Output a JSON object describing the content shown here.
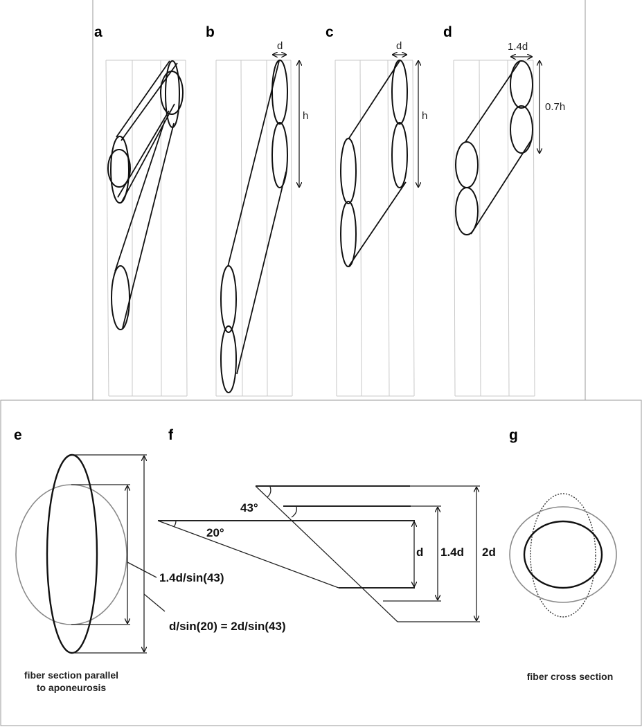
{
  "top_panels": {
    "a": {
      "label": "a"
    },
    "b": {
      "label": "b",
      "width_label": "d",
      "height_label": "h"
    },
    "c": {
      "label": "c",
      "width_label": "d",
      "height_label": "h"
    },
    "d": {
      "label": "d",
      "width_label": "1.4d",
      "height_label": "0.7h"
    }
  },
  "panel_e": {
    "label": "e",
    "dim_inner": "1.4d/sin(43)",
    "dim_outer": "d/sin(20) = 2d/sin(43)",
    "caption_line1": "fiber section parallel",
    "caption_line2": "to aponeurosis"
  },
  "panel_f": {
    "label": "f",
    "angle_small": "20°",
    "angle_large": "43°",
    "dim_d": "d",
    "dim_14d": "1.4d",
    "dim_2d": "2d"
  },
  "panel_g": {
    "label": "g",
    "caption": "fiber cross section"
  },
  "colors": {
    "ink": "#111111",
    "gray_outline": "#8a8a8a",
    "column_lines": "#c8c8c8"
  }
}
